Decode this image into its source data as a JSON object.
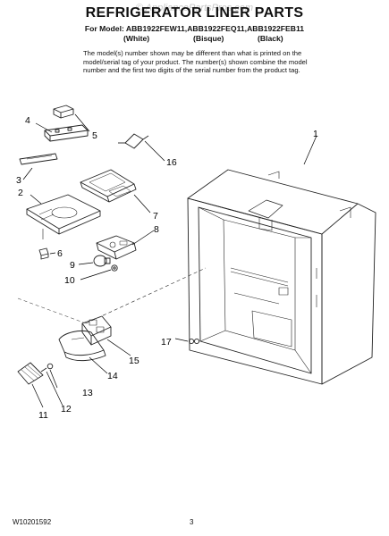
{
  "header": {
    "title": "REFRIGERATOR LINER PARTS",
    "watermark": "© AppliancePartsPros.com",
    "model_line": "For Model: ABB1922FEW11,ABB1922FEQ11,ABB1922FEB11",
    "variants": [
      "(White)",
      "(Bisque)",
      "(Black)"
    ]
  },
  "note": {
    "lines": [
      "The model(s) number shown may be different than what is printed on the",
      "model/serial tag of your product. The number(s) shown combine the model",
      "number and the first two digits of the serial number from the product tag."
    ]
  },
  "callouts": [
    "1",
    "2",
    "3",
    "4",
    "5",
    "6",
    "7",
    "8",
    "9",
    "10",
    "11",
    "12",
    "13",
    "14",
    "15",
    "16",
    "17"
  ],
  "footer": {
    "doc_number": "W10201592",
    "page_number": "3"
  }
}
